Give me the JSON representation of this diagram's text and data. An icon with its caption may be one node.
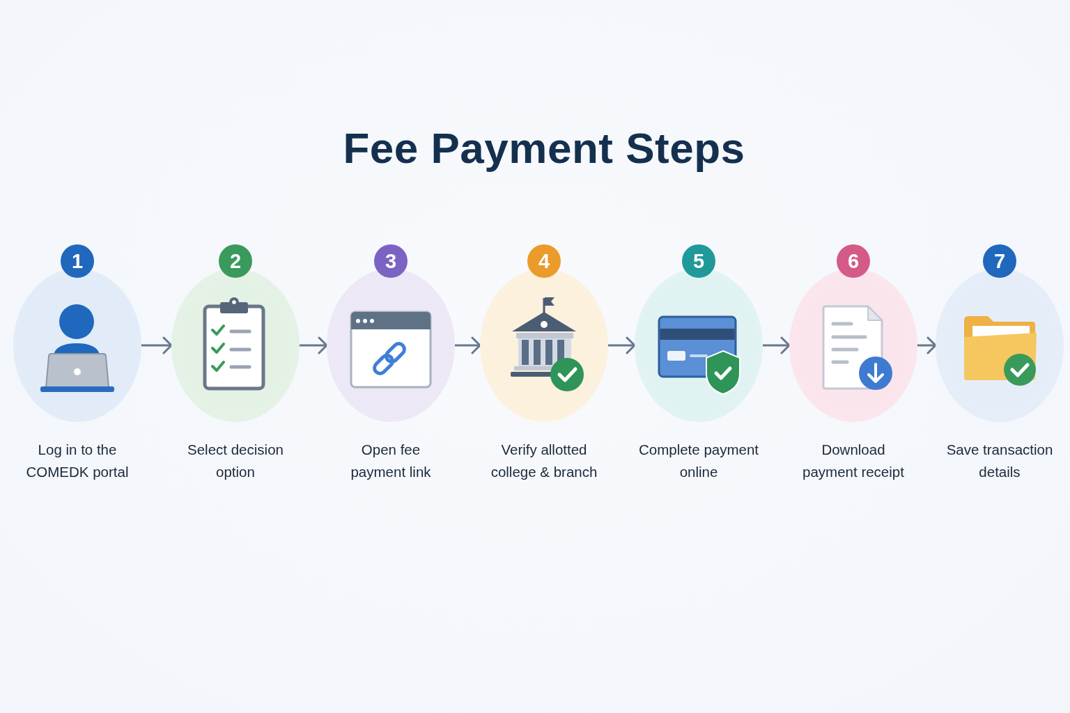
{
  "diagram": {
    "title": "Fee Payment Steps",
    "nodes": [
      {
        "text": [
          "1",
          "Log in to the COMEDK portal"
        ]
      },
      {
        "text": [
          "2",
          "Select decision option"
        ]
      },
      {
        "text": [
          "3",
          "Open fee payment link"
        ]
      },
      {
        "text": [
          "4",
          "Verify allotted college & branch"
        ]
      },
      {
        "text": [
          "5",
          "Complete payment online"
        ]
      },
      {
        "text": [
          "6",
          "Download payment receipt"
        ]
      },
      {
        "text": [
          "7",
          "Save transaction details"
        ]
      }
    ],
    "edges": [
      {
        "from": 0,
        "to": 1,
        "arrow": "to"
      },
      {
        "from": 1,
        "to": 2,
        "arrow": "to"
      },
      {
        "from": 2,
        "to": 3,
        "arrow": "to"
      },
      {
        "from": 3,
        "to": 4,
        "arrow": "to"
      },
      {
        "from": 4,
        "to": 5,
        "arrow": "to"
      },
      {
        "from": 5,
        "to": 6,
        "arrow": "to"
      }
    ]
  }
}
